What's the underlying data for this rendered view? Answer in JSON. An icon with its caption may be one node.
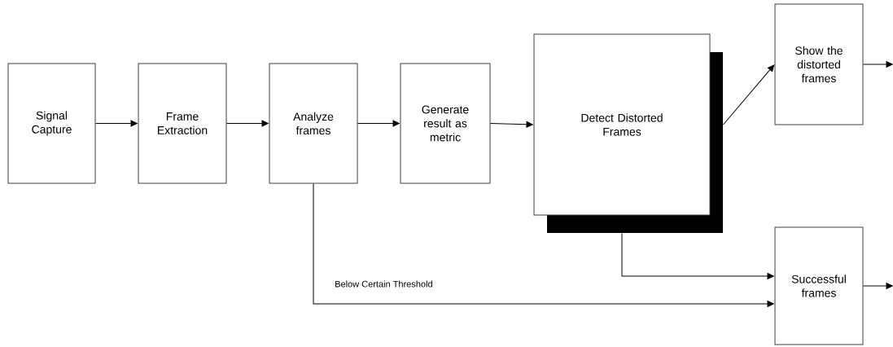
{
  "diagram": {
    "nodes": [
      {
        "text": [
          "Signal Capture"
        ]
      },
      {
        "text": [
          "Frame Extraction"
        ]
      },
      {
        "text": [
          "Analyze frames"
        ]
      },
      {
        "text": [
          "Generate result as metric"
        ]
      },
      {
        "text": [
          "Detect Distorted Frames"
        ]
      },
      {
        "text": [
          "Show the distorted frames"
        ]
      },
      {
        "text": [
          "Successful frames"
        ]
      }
    ],
    "edges": [
      {
        "from": 0,
        "to": 1,
        "arrow": "to"
      },
      {
        "from": 1,
        "to": 2,
        "arrow": "to"
      },
      {
        "from": 2,
        "to": 3,
        "arrow": "to"
      },
      {
        "from": 3,
        "to": 4,
        "arrow": "to"
      },
      {
        "from": 4,
        "to": 5,
        "arrow": "to"
      },
      {
        "from": 5,
        "to": null,
        "arrow": "to"
      },
      {
        "from": 4,
        "to": 6,
        "arrow": "to"
      },
      {
        "from": 2,
        "to": 6,
        "label": "Below Certain Threshold",
        "arrow": "to"
      },
      {
        "from": 6,
        "to": null,
        "arrow": "to"
      }
    ]
  }
}
